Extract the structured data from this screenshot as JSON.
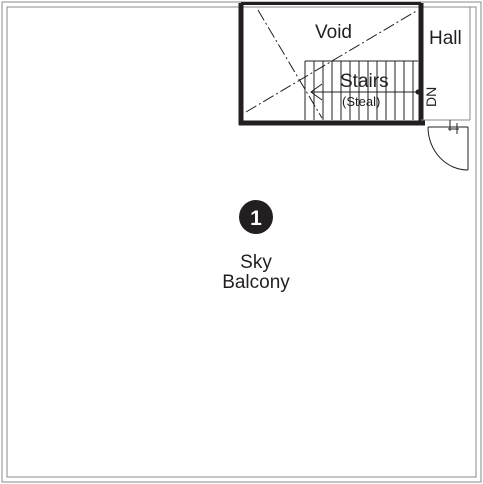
{
  "floor_plan": {
    "rooms": {
      "void": "Void",
      "hall": "Hall",
      "stairs": "Stairs",
      "stairs_note": "(Steal)",
      "stair_direction": "DN",
      "main_number": "1",
      "main_name_line1": "Sky",
      "main_name_line2": "Balcony"
    },
    "colors": {
      "wall": "#231f20",
      "outline": "#8a8a8a",
      "badge": "#231f20",
      "background": "#ffffff"
    }
  }
}
